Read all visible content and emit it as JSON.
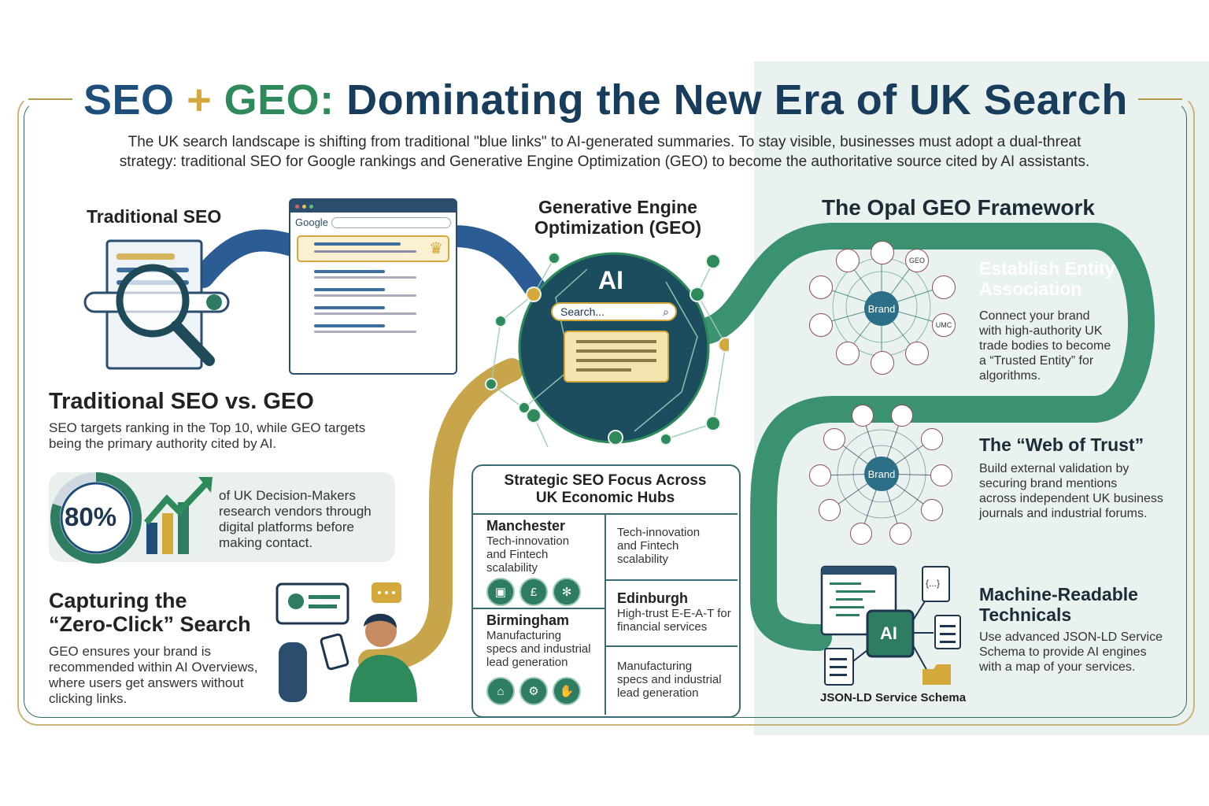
{
  "title": {
    "part1": "SEO",
    "plus": "+",
    "part2": "GEO:",
    "part3": "Dominating the New Era of UK Search"
  },
  "intro": {
    "line1": "The UK search landscape is shifting from traditional \"blue links\" to AI-generated summaries. To stay visible, businesses must adopt a dual-threat",
    "line2": "strategy: traditional SEO for Google rankings and Generative Engine Optimization (GEO) to become the authoritative source cited by AI assistants."
  },
  "left": {
    "traditional_seo_label": "Traditional SEO",
    "google_label": "Google",
    "vs_heading": "Traditional SEO vs. GEO",
    "vs_body1": "SEO targets ranking in the Top 10, while GEO targets",
    "vs_body2": "being the primary authority cited by AI.",
    "stat_value": "80%",
    "stat_progress": 0.8,
    "stat_l1": "of UK Decision-Makers",
    "stat_l2": "research vendors through",
    "stat_l3": "digital platforms before",
    "stat_l4": "making contact.",
    "zero_h1": "Capturing the",
    "zero_h2": "“Zero-Click” Search",
    "zero_b1": "GEO ensures your brand is",
    "zero_b2": "recommended within AI Overviews,",
    "zero_b3": "where users get answers without",
    "zero_b4": "clicking links."
  },
  "center": {
    "geo_l1": "Generative Engine",
    "geo_l2": "Optimization (GEO)",
    "ai_label": "AI",
    "search_placeholder": "Search...",
    "hubs_title1": "Strategic SEO Focus Across",
    "hubs_title2": "UK Economic Hubs",
    "manchester": {
      "name": "Manchester",
      "b1": "Tech-innovation",
      "b2": "and Fintech",
      "b3": "scalability"
    },
    "manchester_r": {
      "b1": "Tech-innovation",
      "b2": "and Fintech",
      "b3": "scalability"
    },
    "edinburgh": {
      "name": "Edinburgh",
      "b1": "High-trust E-E-A-T for",
      "b2": "financial services"
    },
    "birmingham": {
      "name": "Birmingham",
      "b1": "Manufacturing",
      "b2": "specs and industrial",
      "b3": "lead generation"
    },
    "birmingham_r": {
      "b1": "Manufacturing",
      "b2": "specs and industrial",
      "b3": "lead generation"
    }
  },
  "right": {
    "framework_title": "The Opal GEO Framework",
    "brand_label": "Brand",
    "entity_h1": "Establish Entity",
    "entity_h2": "Association",
    "entity_b1": "Connect your brand",
    "entity_b2": "with high-authority UK",
    "entity_b3": "trade bodies to become",
    "entity_b4": "a “Trusted Entity” for",
    "entity_b5": "algorithms.",
    "web_h": "The “Web of Trust”",
    "web_b1": "Build external validation by",
    "web_b2": "securing brand mentions",
    "web_b3": "across independent UK business",
    "web_b4": "journals and industrial forums.",
    "mr_h1": "Machine-Readable",
    "mr_h2": "Technicals",
    "mr_b1": "Use advanced JSON-LD Service",
    "mr_b2": "Schema to provide AI engines",
    "mr_b3": "with a map of your services.",
    "schema_caption": "JSON-LD Service Schema",
    "chip_ai": "AI",
    "json_glyph": "{...}",
    "sat_geo": "GEO",
    "sat_umc": "UMC"
  },
  "colors": {
    "navy": "#183c5c",
    "blue": "#1e4e7a",
    "gold": "#d4a93c",
    "green": "#2e8a5b",
    "teal_path": "#2a8a66",
    "bg_panel": "#e9f2ef"
  }
}
